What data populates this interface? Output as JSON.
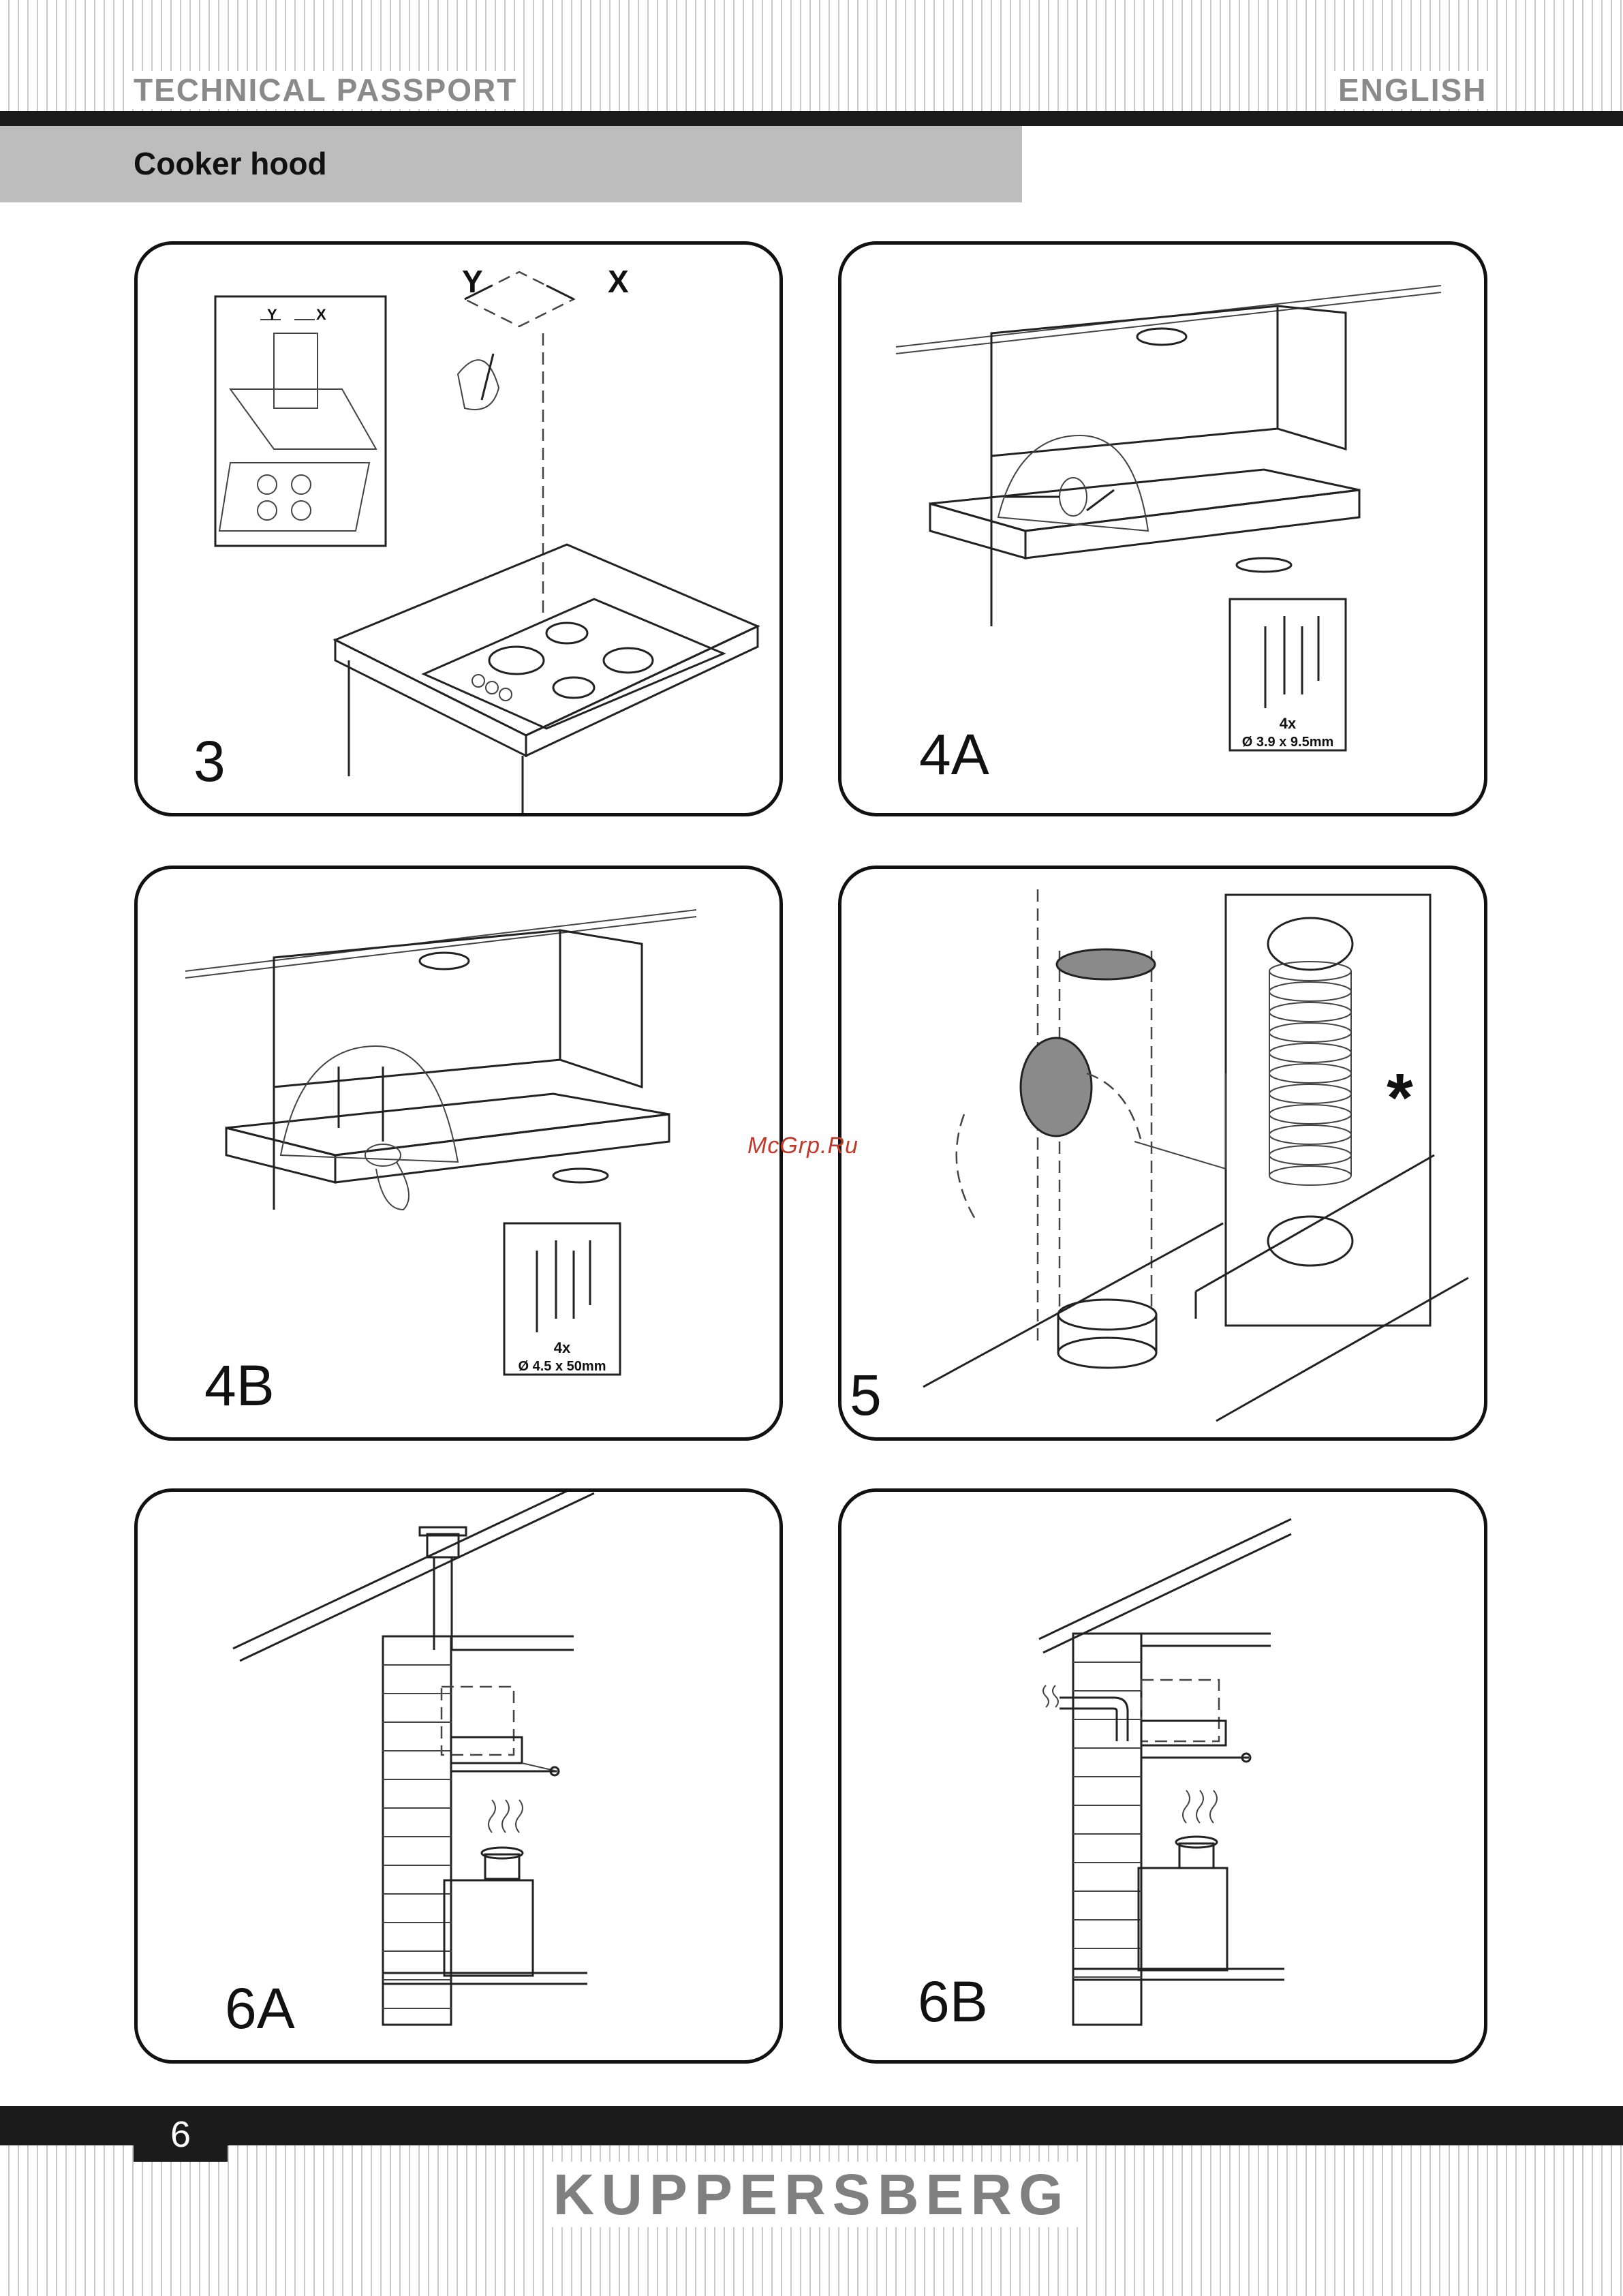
{
  "header": {
    "left": "TECHNICAL PASSPORT",
    "right": "ENGLISH"
  },
  "section": {
    "title": "Cooker hood"
  },
  "figures": [
    {
      "label": "3",
      "axis_y": "Y",
      "axis_x": "X",
      "inset_axis_y": "Y",
      "inset_axis_x": "X"
    },
    {
      "label": "4A",
      "screw_qty": "4x",
      "screw_size": "Ø 3.9 x 9.5mm"
    },
    {
      "label": "4B",
      "screw_qty": "4x",
      "screw_size": "Ø 4.5 x 50mm"
    },
    {
      "label": "5",
      "note_mark": "*"
    },
    {
      "label": "6A"
    },
    {
      "label": "6B"
    }
  ],
  "watermark": "McGrp.Ru",
  "footer": {
    "page_number": "6",
    "brand": "KUPPERSBERG"
  }
}
